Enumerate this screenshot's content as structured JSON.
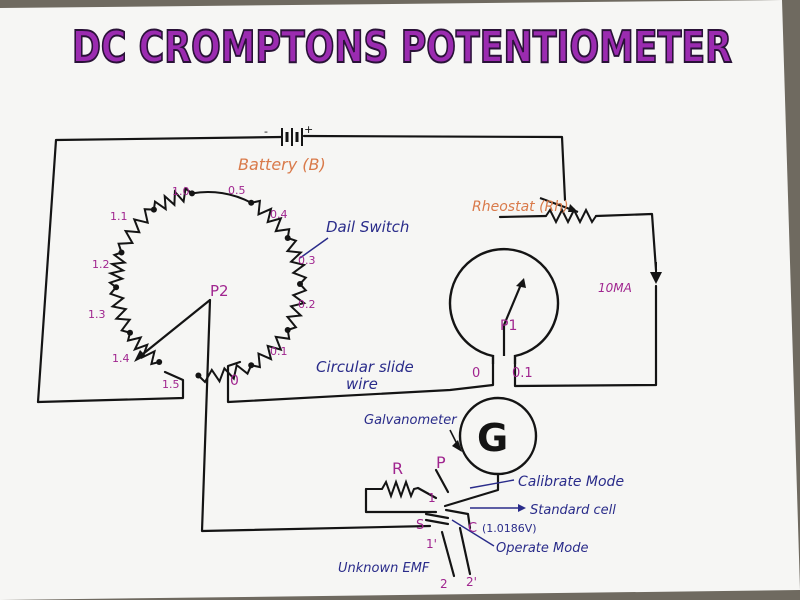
{
  "title": "DC CROMPTONS POTENTIOMETER",
  "labels": {
    "battery": "Battery (B)",
    "rheostat": "Rheostat (Rh)",
    "current": "10MA",
    "dial_switch": "Dail Switch",
    "p2": "P2",
    "p1": "P1",
    "circular_slide_wire_1": "Circular slide",
    "circular_slide_wire_2": "wire",
    "slide_zero": "0",
    "slide_point_one": "0.1",
    "dial_zero": "0",
    "galvanometer": "Galvanometer",
    "galvanometer_symbol": "G",
    "r": "R",
    "p": "P",
    "calibrate_mode": "Calibrate Mode",
    "standard_cell": "Standard cell",
    "standard_cell_voltage": "(1.0186V)",
    "operate_mode": "Operate Mode",
    "unknown_emf": "Unknown EMF",
    "s": "S",
    "c": "C",
    "t1": "1",
    "t1b": "1'",
    "t2": "2",
    "t2b": "2'",
    "plus": "+",
    "minus": "-"
  },
  "dial_ticks": [
    "1.0",
    "0.5",
    "0.4",
    "0.3",
    "0.2",
    "0.1",
    "1.1",
    "1.2",
    "1.3",
    "1.4",
    "1.5"
  ],
  "colors": {
    "title": "#9b2bb0",
    "title_outline": "#2a1238",
    "ink": "#141414",
    "blue_ink": "#2a2c8a",
    "orange_ink": "#d97a4a",
    "magenta_ink": "#a0258f",
    "paper": "#f6f6f4"
  }
}
